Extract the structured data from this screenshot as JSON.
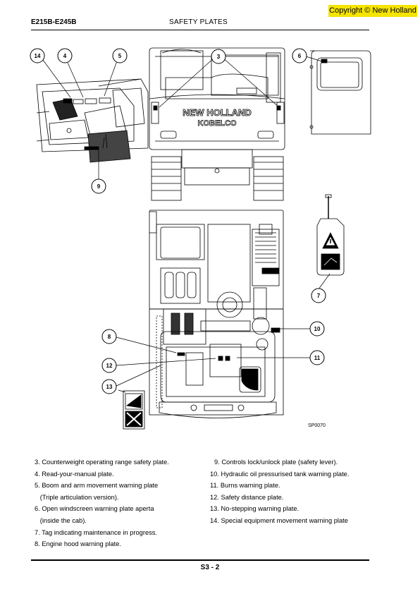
{
  "header": {
    "copyright": "Copyright © New Holland",
    "model": "E215B-E245B",
    "section": "SAFETY PLATES"
  },
  "figure": {
    "code": "SP0070",
    "brand_line1": "NEW HOLLAND",
    "brand_line2": "KOBELCO",
    "callouts": [
      "14",
      "4",
      "5",
      "3",
      "6",
      "9",
      "7",
      "8",
      "10",
      "11",
      "12",
      "13"
    ]
  },
  "legend": {
    "left": [
      {
        "text": "3. Counterweight operating range safety plate."
      },
      {
        "text": "4. Read-your-manual plate."
      },
      {
        "text": "5. Boom and arm movement warning plate"
      },
      {
        "text": "   (Triple articulation version)."
      },
      {
        "text": "6. Open windscreen warning plate aperta"
      },
      {
        "text": "   (inside the cab)."
      },
      {
        "text": "7. Tag indicating maintenance in progress."
      },
      {
        "text": "8. Engine hood warning plate."
      }
    ],
    "right": [
      {
        "text": "9. Controls lock/unlock plate (safety lever)."
      },
      {
        "text": "10. Hydraulic oil pressurised tank warning plate."
      },
      {
        "text": "11. Burns warning plate."
      },
      {
        "text": "12. Safety distance plate."
      },
      {
        "text": "13. No-stepping warning plate."
      },
      {
        "text": "14. Special equipment movement warning plate"
      }
    ]
  },
  "footer": {
    "page": "S3 - 2"
  }
}
